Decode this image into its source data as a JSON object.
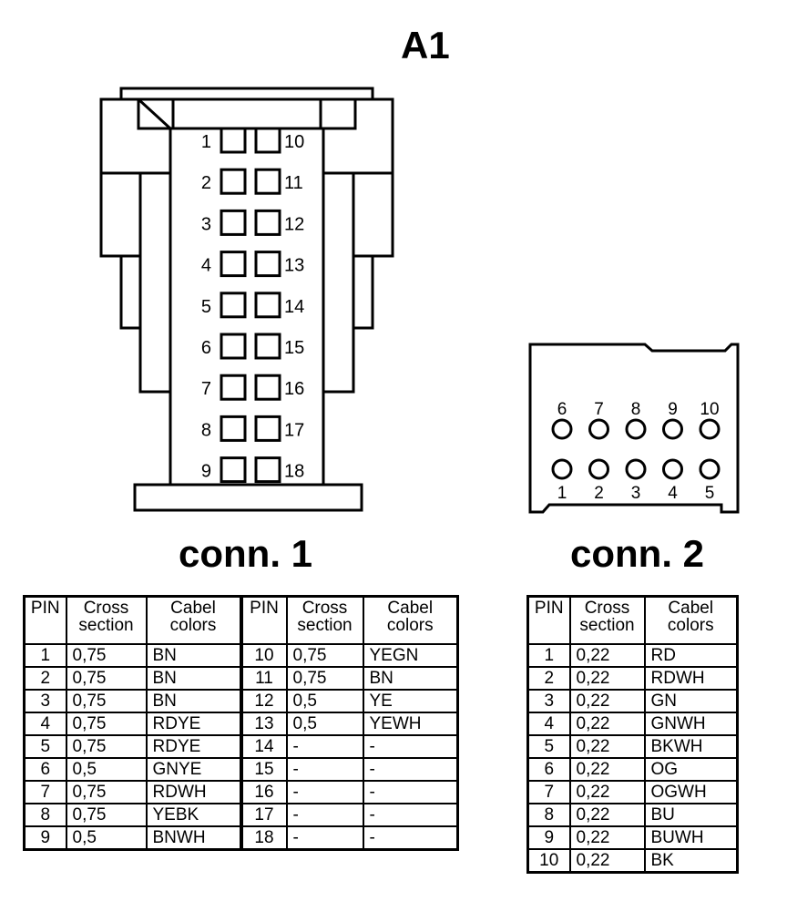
{
  "titles": {
    "main": "A1",
    "conn1": "conn. 1",
    "conn2": "conn. 2"
  },
  "conn1": {
    "pin_labels_left": [
      "1",
      "2",
      "3",
      "4",
      "5",
      "6",
      "7",
      "8",
      "9"
    ],
    "pin_labels_right": [
      "10",
      "11",
      "12",
      "13",
      "14",
      "15",
      "16",
      "17",
      "18"
    ]
  },
  "conn2": {
    "top_labels": [
      "6",
      "7",
      "8",
      "9",
      "10"
    ],
    "bottom_labels": [
      "1",
      "2",
      "3",
      "4",
      "5"
    ]
  },
  "table1": {
    "headers": {
      "pin": "PIN",
      "cross_1": "Cross",
      "cross_2": "section",
      "cabel_1": "Cabel",
      "cabel_2": "colors"
    },
    "rows": [
      {
        "pin": "1",
        "cs": "0,75",
        "col": "BN",
        "pin2": "10",
        "cs2": "0,75",
        "col2": "YEGN"
      },
      {
        "pin": "2",
        "cs": "0,75",
        "col": "BN",
        "pin2": "11",
        "cs2": "0,75",
        "col2": "BN"
      },
      {
        "pin": "3",
        "cs": "0,75",
        "col": "BN",
        "pin2": "12",
        "cs2": "0,5",
        "col2": "YE"
      },
      {
        "pin": "4",
        "cs": "0,75",
        "col": "RDYE",
        "pin2": "13",
        "cs2": "0,5",
        "col2": "YEWH"
      },
      {
        "pin": "5",
        "cs": "0,75",
        "col": "RDYE",
        "pin2": "14",
        "cs2": "-",
        "col2": "-"
      },
      {
        "pin": "6",
        "cs": "0,5",
        "col": "GNYE",
        "pin2": "15",
        "cs2": "-",
        "col2": "-"
      },
      {
        "pin": "7",
        "cs": "0,75",
        "col": "RDWH",
        "pin2": "16",
        "cs2": "-",
        "col2": "-"
      },
      {
        "pin": "8",
        "cs": "0,75",
        "col": "YEBK",
        "pin2": "17",
        "cs2": "-",
        "col2": "-"
      },
      {
        "pin": "9",
        "cs": "0,5",
        "col": "BNWH",
        "pin2": "18",
        "cs2": "-",
        "col2": "-"
      }
    ]
  },
  "table2": {
    "headers": {
      "pin": "PIN",
      "cross_1": "Cross",
      "cross_2": "section",
      "cabel_1": "Cabel",
      "cabel_2": "colors"
    },
    "rows": [
      {
        "pin": "1",
        "cs": "0,22",
        "col": "RD"
      },
      {
        "pin": "2",
        "cs": "0,22",
        "col": "RDWH"
      },
      {
        "pin": "3",
        "cs": "0,22",
        "col": "GN"
      },
      {
        "pin": "4",
        "cs": "0,22",
        "col": "GNWH"
      },
      {
        "pin": "5",
        "cs": "0,22",
        "col": "BKWH"
      },
      {
        "pin": "6",
        "cs": "0,22",
        "col": "OG"
      },
      {
        "pin": "7",
        "cs": "0,22",
        "col": "OGWH"
      },
      {
        "pin": "8",
        "cs": "0,22",
        "col": "BU"
      },
      {
        "pin": "9",
        "cs": "0,22",
        "col": "BUWH"
      },
      {
        "pin": "10",
        "cs": "0,22",
        "col": "BK"
      }
    ]
  }
}
